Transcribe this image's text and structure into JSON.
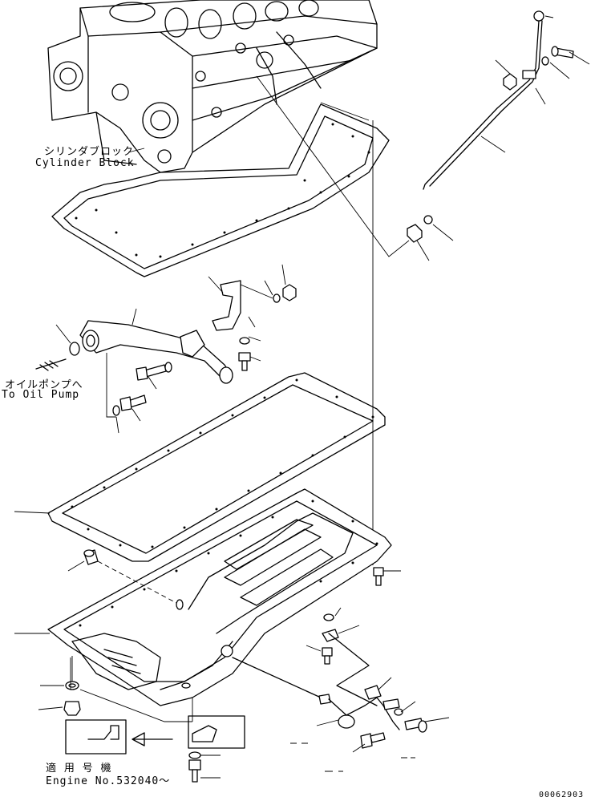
{
  "labels": {
    "cylinder_block_jp": "シリンダブロック",
    "cylinder_block_en": "Cylinder Block",
    "oil_pump_jp": "オイルポンプへ",
    "oil_pump_en": "To Oil Pump",
    "applicable_jp": "適 用 号 機",
    "engine_no": "Engine No.532040～",
    "drawing_code": "00062903"
  }
}
